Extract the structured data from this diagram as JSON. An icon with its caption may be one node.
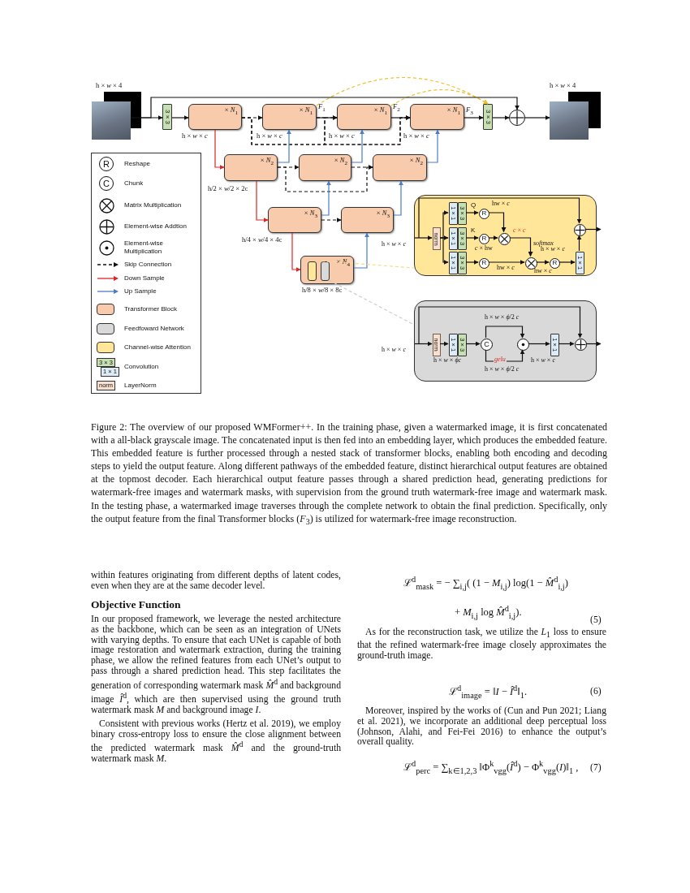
{
  "diagram": {
    "caption": "Figure 2: The overview of our proposed WMFormer++. In the training phase, given a watermarked image, it is first concatenated with a all-black grayscale image. The concatenated input is then fed into an embedding layer, which produces the embedded feature. This embedded feature is further processed through a nested stack of transformer blocks, enabling both encoding and decoding steps to yield the output feature. Along different pathways of the embedded feature, distinct hierarchical output features are obtained at the topmost decoder. Each hierarchical output feature passes through a shared prediction head, generating predictions for watermark-free images and watermark masks, with supervision from the ground truth watermark-free image and watermark mask. In the testing phase, a watermarked image traverses through the complete network to obtain the final prediction. Specifically, only the output feature from the final Transformer blocks (*F*$_{3}$) is utilized for watermark-free image reconstruction.",
    "nodes": [
      {
        "text": [],
        "shape": "picture",
        "beside": [
          "h × *w* × 4"
        ]
      },
      {
        "text": [
          "3 × 3"
        ]
      },
      {
        "text": [
          "× *N*$_{1}$"
        ],
        "beside": [
          "h × *w* × *c*"
        ]
      },
      {
        "text": [
          "× *N*$_{1}$"
        ],
        "beside": [
          "*F*$_{1}$",
          "h × *w* × *c*"
        ]
      },
      {
        "text": [
          "× *N*$_{1}$"
        ],
        "beside": [
          "*F*$_{2}$",
          "h × *w* × *c*"
        ]
      },
      {
        "text": [
          "× *N*$_{1}$"
        ],
        "beside": [
          "*F*$_{3}$",
          "h × *w* × *c*"
        ]
      },
      {
        "text": [
          "3 × 3"
        ]
      },
      {
        "text": [],
        "shape": "circle"
      },
      {
        "text": [],
        "shape": "picture",
        "beside": [
          "h × *w* × 4"
        ]
      },
      {
        "text": [
          "× *N*$_{2}$"
        ],
        "beside": [
          "h/2 × *w*/2 × 2c"
        ]
      },
      {
        "text": [
          "× *N*$_{2}$"
        ]
      },
      {
        "text": [
          "× *N*$_{2}$"
        ]
      },
      {
        "text": [
          "× *N*$_{3}$"
        ],
        "beside": [
          "h/4 × *w*/4 × 4c"
        ]
      },
      {
        "text": [
          "× *N*$_{3}$"
        ]
      },
      {
        "text": [
          "× *N*$_{4}$"
        ],
        "beside": [
          "h/8 × *w*/8 × 8c"
        ]
      },
      {
        "text": [],
        "shape": "box",
        "in": 14
      },
      {
        "text": [],
        "shape": "box",
        "in": 14
      },
      {
        "text": [],
        "shape": "box"
      },
      {
        "text": [
          "norm"
        ],
        "in": 17
      },
      {
        "text": [
          "1 × 1"
        ],
        "in": 17
      },
      {
        "text": [
          "3 × 3"
        ],
        "in": 17
      },
      {
        "text": [
          "1 × 1"
        ],
        "in": 17
      },
      {
        "text": [
          "3 × 3"
        ],
        "in": 17
      },
      {
        "text": [
          "1 × 1"
        ],
        "in": 17
      },
      {
        "text": [
          "3 × 3"
        ],
        "in": 17
      },
      {
        "text": [
          "R"
        ],
        "in": 17
      },
      {
        "text": [
          "R"
        ],
        "in": 17
      },
      {
        "text": [
          "R"
        ],
        "in": 17
      },
      {
        "text": [],
        "shape": "circle",
        "in": 17
      },
      {
        "text": [],
        "shape": "circle",
        "in": 17
      },
      {
        "text": [
          "R"
        ],
        "in": 17
      },
      {
        "text": [
          "1 × 1"
        ],
        "in": 17
      },
      {
        "text": [],
        "shape": "circle",
        "in": 17
      },
      {
        "text": [],
        "shape": "box"
      },
      {
        "text": [
          "norm"
        ],
        "in": 33
      },
      {
        "text": [
          "1 × 1"
        ],
        "in": 33
      },
      {
        "text": [
          "3 × 3"
        ],
        "in": 33
      },
      {
        "text": [
          "C"
        ],
        "in": 33
      },
      {
        "text": [],
        "shape": "circle",
        "in": 33
      },
      {
        "text": [
          "1 × 1"
        ],
        "in": 33
      },
      {
        "text": [],
        "shape": "circle",
        "in": 33
      }
    ],
    "edges": [
      {
        "from": 0,
        "to": 1,
        "arrow": "to"
      },
      {
        "from": 1,
        "to": 2,
        "arrow": "to"
      },
      {
        "from": 2,
        "to": 3,
        "arrow": "to",
        "style": "dashed"
      },
      {
        "from": 2,
        "to": 4,
        "arrow": "to",
        "style": "dashed"
      },
      {
        "from": 2,
        "to": 5,
        "arrow": "to",
        "style": "dashed"
      },
      {
        "from": 3,
        "to": 4,
        "arrow": "to"
      },
      {
        "from": 3,
        "to": 5,
        "arrow": "to",
        "style": "dashed"
      },
      {
        "from": 4,
        "to": 5,
        "arrow": "to"
      },
      {
        "from": 5,
        "to": 6,
        "arrow": "to"
      },
      {
        "from": 3,
        "to": 6,
        "arrow": "to",
        "style": "dashed",
        "color": "#f0bf2c"
      },
      {
        "from": 4,
        "to": 6,
        "arrow": "to",
        "style": "dashed",
        "color": "#f0bf2c"
      },
      {
        "from": 6,
        "to": 7,
        "arrow": "to"
      },
      {
        "from": 7,
        "to": 8,
        "arrow": "to"
      },
      {
        "from": 0,
        "to": 7,
        "arrow": "to"
      },
      {
        "from": 2,
        "to": 9,
        "arrow": "to",
        "color": "#e02424"
      },
      {
        "from": 9,
        "to": 3,
        "arrow": "to",
        "color": "#4a7cc7"
      },
      {
        "from": 9,
        "to": 10,
        "arrow": "to",
        "style": "dashed"
      },
      {
        "from": 9,
        "to": 11,
        "arrow": "to",
        "style": "dashed"
      },
      {
        "from": 10,
        "to": 4,
        "arrow": "to",
        "color": "#4a7cc7"
      },
      {
        "from": 10,
        "to": 11,
        "arrow": "to",
        "style": "dashed"
      },
      {
        "from": 11,
        "to": 5,
        "arrow": "to",
        "color": "#4a7cc7"
      },
      {
        "from": 9,
        "to": 12,
        "arrow": "to",
        "color": "#e02424"
      },
      {
        "from": 12,
        "to": 10,
        "arrow": "to",
        "color": "#4a7cc7"
      },
      {
        "from": 12,
        "to": 13,
        "arrow": "to",
        "style": "dashed"
      },
      {
        "from": 13,
        "to": 11,
        "arrow": "to",
        "color": "#4a7cc7"
      },
      {
        "from": 12,
        "to": 14,
        "arrow": "to",
        "color": "#e02424"
      },
      {
        "from": 14,
        "to": 13,
        "arrow": "to",
        "color": "#4a7cc7"
      },
      {
        "from": 15,
        "to": 17,
        "arrow": "none",
        "style": "dashed",
        "color": "#f3dc8c"
      },
      {
        "from": 16,
        "to": 33,
        "arrow": "none",
        "style": "dashed",
        "color": "#cccccc"
      },
      {
        "from": null,
        "to": 18,
        "arrow": "to"
      },
      {
        "from": null,
        "to": 32,
        "arrow": "to"
      },
      {
        "from": 18,
        "to": 19,
        "arrow": "to"
      },
      {
        "from": 18,
        "to": 21,
        "arrow": "to"
      },
      {
        "from": 18,
        "to": 23,
        "arrow": "to"
      },
      {
        "from": 20,
        "to": 25,
        "arrow": "to"
      },
      {
        "from": 22,
        "to": 26,
        "arrow": "to"
      },
      {
        "from": 24,
        "to": 27,
        "arrow": "to"
      },
      {
        "from": 25,
        "to": 28,
        "arrow": "to"
      },
      {
        "from": 26,
        "to": 28,
        "arrow": "to"
      },
      {
        "from": 28,
        "to": 29,
        "arrow": "to"
      },
      {
        "from": 27,
        "to": 29,
        "arrow": "to"
      },
      {
        "from": 29,
        "to": 30,
        "arrow": "to"
      },
      {
        "from": 30,
        "to": 31,
        "arrow": "to"
      },
      {
        "from": 31,
        "to": 32,
        "arrow": "to"
      },
      {
        "from": 32,
        "to": null,
        "arrow": "to"
      },
      {
        "from": null,
        "to": 34,
        "arrow": "to"
      },
      {
        "from": null,
        "to": 40,
        "arrow": "to"
      },
      {
        "from": 34,
        "to": 35,
        "arrow": "to"
      },
      {
        "from": 36,
        "to": 37,
        "arrow": "to"
      },
      {
        "from": 37,
        "to": 38,
        "arrow": "to"
      },
      {
        "from": 37,
        "to": 38,
        "arrow": "to",
        "label": "gelu"
      },
      {
        "from": 38,
        "to": 39,
        "arrow": "to"
      },
      {
        "from": 39,
        "to": 40,
        "arrow": "to"
      },
      {
        "from": 40,
        "to": null,
        "arrow": "to"
      }
    ],
    "labels": [
      "Q",
      "hw × *c*",
      "K",
      "*c* × hw",
      "*c* × *c*",
      "softmax",
      "hw × *c*",
      "hw × *c*",
      "h × *w* × *c*",
      "h × *w* × *c*",
      "h × *w* × *ϕ*/2 *c*",
      "h × *w* × *ϕc*",
      "h × *w* × *c*",
      "h × *w* × *ϕ*/2 *c*",
      "h × *w* × *c*",
      "R",
      "C",
      "3 × 3",
      "1 × 1",
      "norm",
      "within features originating from different depths of latent codes, even when they are at the same decoder level.",
      "Objective Function",
      "In our proposed framework, we leverage the nested architecture as the backbone, which can be seen as an integration of UNets with varying depths. To ensure that each UNet is capable of both image restoration and watermark extraction, during the training phase, we allow the refined features from each UNet’s output to pass through a shared prediction head. This step facilitates the generation of corresponding watermark mask *M̂*$^{d}$ and background image *Î*$^{d}$, which are then supervised using the ground truth watermark mask *M* and background image *I*.",
      "Consistent with previous works (Hertz et al. 2019), we employ binary cross-entropy loss to ensure the close alignment between the predicted watermark mask *M̂*$^{d}$ and the ground-truth watermark mask *M*.",
      "ℒ$^{d}$$_{mask}$ = − ∑$_{i,j}$( (1 − *M*$_{i,j}$) log(1 − *M̂*$^{d}$$_{i,j}$)",
      "+ *M*$_{i,j}$ log *M̂*$^{d}$$_{i,j}$).",
      "(5)",
      "As for the reconstruction task, we utilize the *L*$_{1}$ loss to ensure that the refined watermark-free image closely approximates the ground-truth image.",
      "ℒ$^{d}$$_{image}$ = ‖*I* − *Î*$^{d}$‖$_{1}$.",
      "(6)",
      "Moreover, inspired by the works of  (Cun and Pun 2021; Liang et al. 2021), we incorporate an additional deep perceptual loss (Johnson, Alahi, and Fei-Fei 2016) to enhance the output’s overall quality.",
      "ℒ$^{d}$$_{perc}$ = ∑$_{k∈1,2,3}$ ‖Φ$^{k}$$_{vgg}$(*Î*$^{d}$) − Φ$^{k}$$_{vgg}$(*I*)‖$_{1}$ ,",
      "(7)"
    ],
    "legend": [
      {
        "text": "Reshape"
      },
      {
        "text": "Chunk"
      },
      {
        "text": "Matrix Multiplication"
      },
      {
        "text": "Element-wise Addtion"
      },
      {
        "text": "Element-wise Multiplication"
      },
      {
        "text": "Skip Connection"
      },
      {
        "text": "Down Sample"
      },
      {
        "text": "Up Sample"
      },
      {
        "text": "Transformer Block",
        "color": "#f8cbad"
      },
      {
        "text": "Feedfoward Network",
        "color": "#d9d9d9"
      },
      {
        "text": "Channel-wise Attention",
        "color": "#ffe699"
      },
      {
        "text": "Convolution"
      },
      {
        "text": "LayerNorm"
      }
    ]
  }
}
